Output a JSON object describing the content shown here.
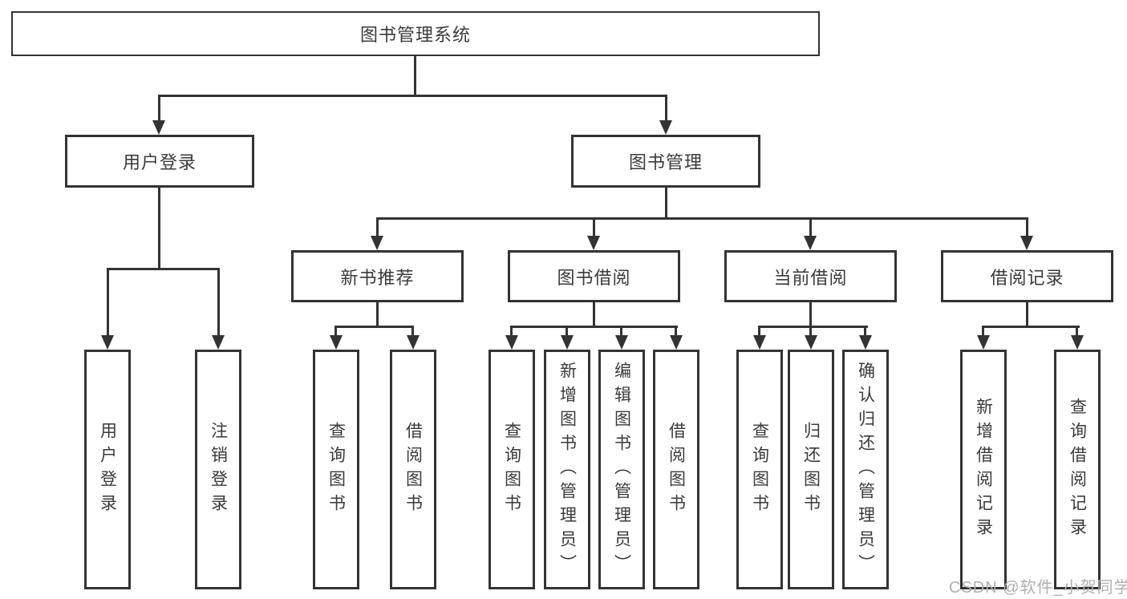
{
  "diagram": {
    "type": "hierarchy-tree",
    "nodes": {
      "root": "图书管理系统",
      "user_login": "用户登录",
      "book_management": "图书管理",
      "new_book_recommend": "新书推荐",
      "book_borrow": "图书借阅",
      "current_borrow": "当前借阅",
      "borrow_record": "借阅记录",
      "leaf_user_login": "用户登录",
      "leaf_logout": "注销登录",
      "leaf_nb_query_book": "查询图书",
      "leaf_nb_borrow_book": "借阅图书",
      "leaf_bb_query_book": "查询图书",
      "leaf_bb_add_book": "新增图书（管理员）",
      "leaf_bb_edit_book": "编辑图书（管理员）",
      "leaf_bb_borrow_book": "借阅图书",
      "leaf_cb_query_book": "查询图书",
      "leaf_cb_return_book": "归还图书",
      "leaf_cb_confirm_return": "确认归还（管理员）",
      "leaf_br_add_record": "新增借阅记录",
      "leaf_br_query_record": "查询借阅记录"
    },
    "edges": [
      [
        "图书管理系统",
        "用户登录"
      ],
      [
        "图书管理系统",
        "图书管理"
      ],
      [
        "用户登录",
        "用户登录"
      ],
      [
        "用户登录",
        "注销登录"
      ],
      [
        "图书管理",
        "新书推荐"
      ],
      [
        "图书管理",
        "图书借阅"
      ],
      [
        "图书管理",
        "当前借阅"
      ],
      [
        "图书管理",
        "借阅记录"
      ],
      [
        "新书推荐",
        "查询图书"
      ],
      [
        "新书推荐",
        "借阅图书"
      ],
      [
        "图书借阅",
        "查询图书"
      ],
      [
        "图书借阅",
        "新增图书（管理员）"
      ],
      [
        "图书借阅",
        "编辑图书（管理员）"
      ],
      [
        "图书借阅",
        "借阅图书"
      ],
      [
        "当前借阅",
        "查询图书"
      ],
      [
        "当前借阅",
        "归还图书"
      ],
      [
        "当前借阅",
        "确认归还（管理员）"
      ],
      [
        "借阅记录",
        "新增借阅记录"
      ],
      [
        "借阅记录",
        "查询借阅记录"
      ]
    ],
    "colors": {
      "line": "#333333",
      "text": "#3a3a3a",
      "background": "#ffffff",
      "watermark": "#b0b0b0"
    }
  },
  "watermark": "CSDN @软件_小贺同学"
}
